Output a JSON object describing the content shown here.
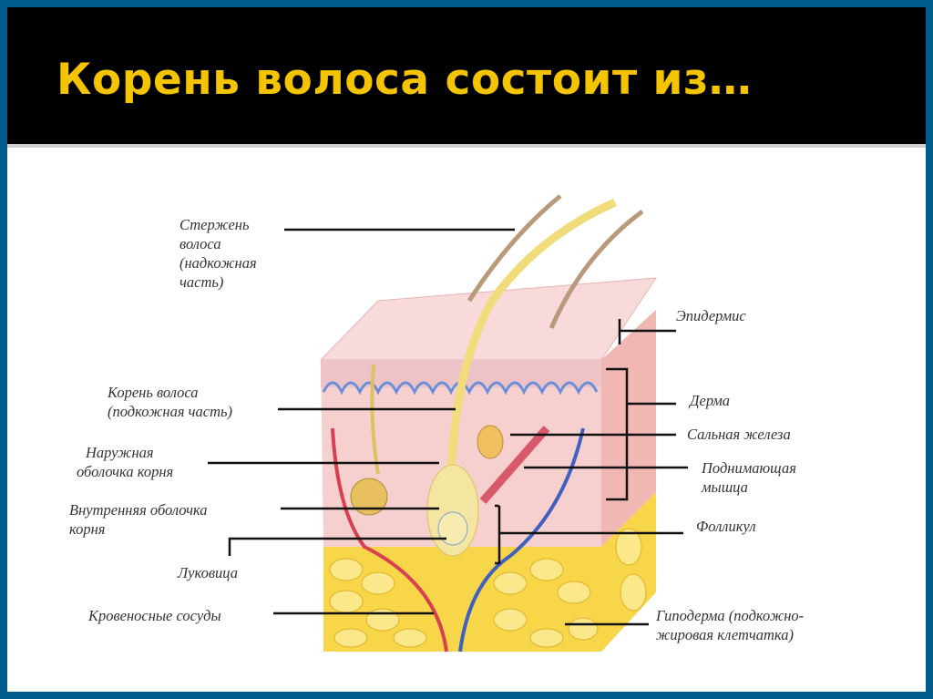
{
  "slide": {
    "title": "Корень волоса состоит из…",
    "colors": {
      "frame": "#005a8c",
      "header_bg": "#000000",
      "title": "#f5c400"
    }
  },
  "diagram": {
    "labels_left": {
      "shaft_1": "Стержень",
      "shaft_2": "волоса",
      "shaft_3": "(надкожная",
      "shaft_4": "часть)",
      "root_1": "Корень волоса",
      "root_2": "(подкожная часть)",
      "outer_1": "Наружная",
      "outer_2": "оболочка корня",
      "inner_1": "Внутренняя  оболочка",
      "inner_2": "корня",
      "bulb": "Луковица",
      "vessels": "Кровеносные сосуды"
    },
    "labels_right": {
      "epidermis": "Эпидермис",
      "dermis": "Дерма",
      "sebaceous": "Сальная железа",
      "muscle_1": "Поднимающая",
      "muscle_2": "мышца",
      "follicle": "Фолликул",
      "hypo_1": "Гиподерма (подкожно-",
      "hypo_2": "жировая клетчатка)"
    }
  }
}
